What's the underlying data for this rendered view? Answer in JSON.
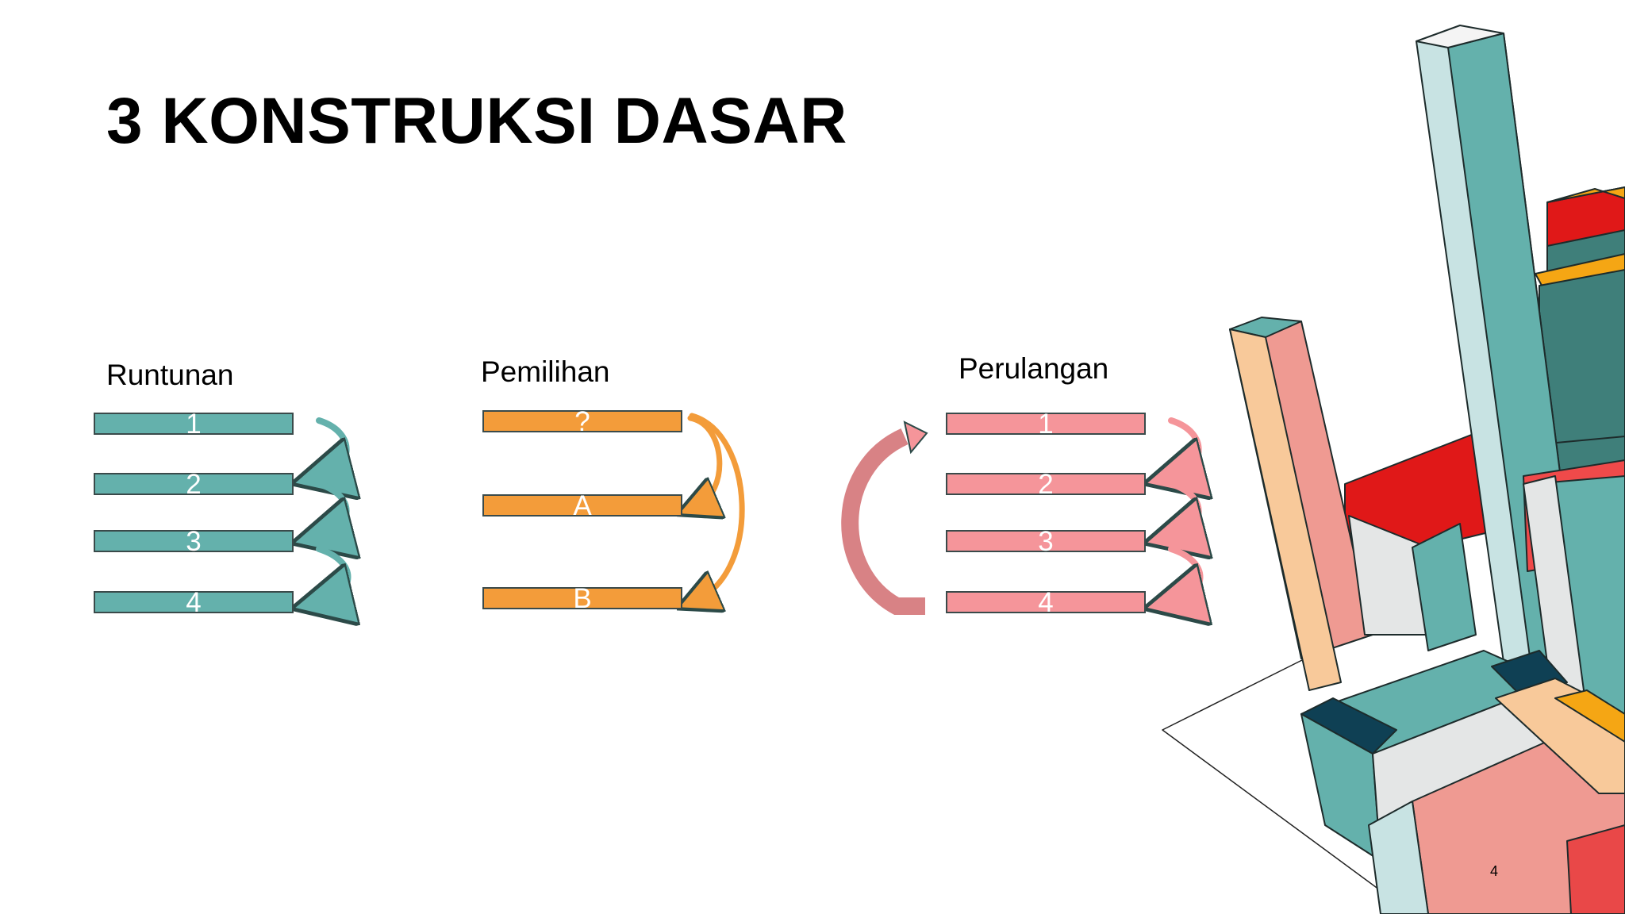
{
  "slide": {
    "title": "3 KONSTRUKSI DASAR",
    "page_number": "4"
  },
  "runtunan": {
    "heading": "Runtunan",
    "steps": [
      "1",
      "2",
      "3",
      "4"
    ]
  },
  "pemilihan": {
    "heading": "Pemilihan",
    "condition": "?",
    "options": [
      "A",
      "B"
    ]
  },
  "perulangan": {
    "heading": "Perulangan",
    "steps": [
      "1",
      "2",
      "3",
      "4"
    ]
  },
  "colors": {
    "teal": "#64b1ac",
    "orange": "#f39c3a",
    "pink": "#f5959a",
    "red": "#e01818",
    "amber": "#f5a614",
    "navy": "#0f4054"
  }
}
